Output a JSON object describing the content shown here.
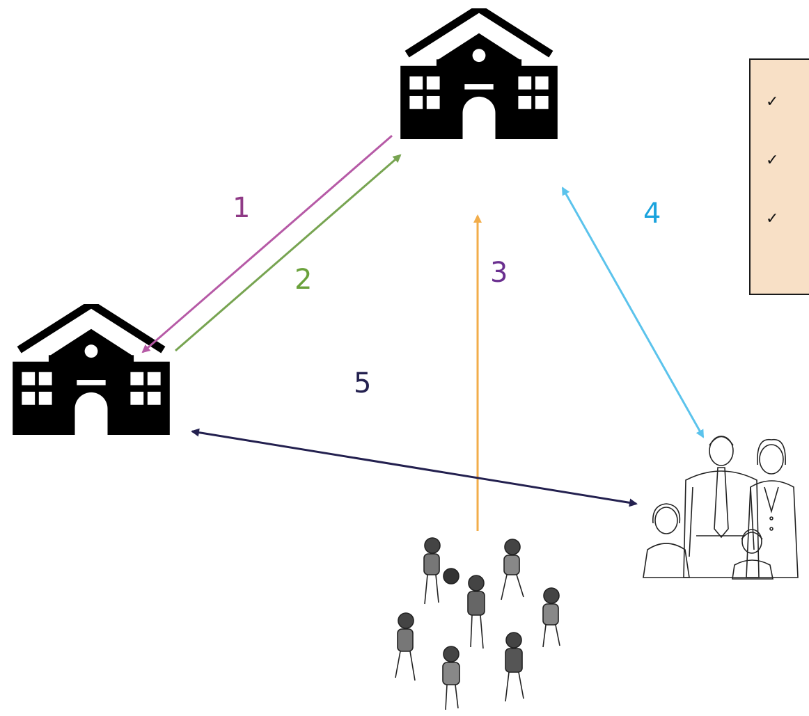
{
  "colors": {
    "arrow_1": "#b65aa6",
    "arrow_2": "#77a451",
    "arrow_3": "#f2ad4a",
    "arrow_4": "#5bc3ec",
    "arrow_5": "#23204f",
    "label_1": "#8f3a86",
    "label_2": "#6aa13b",
    "label_3": "#6a2f8f",
    "label_4": "#1aa3dd",
    "label_5": "#23204f",
    "legend_bg": "#f8e0c6"
  },
  "labels": {
    "one": "1",
    "two": "2",
    "three": "3",
    "four": "4",
    "five": "5"
  },
  "legend": {
    "checks": [
      "✓",
      "✓",
      "✓"
    ]
  },
  "icons": {
    "school_top": "school-building-icon",
    "school_left": "school-building-icon",
    "family": "family-illustration",
    "children": "children-playing-illustration"
  }
}
